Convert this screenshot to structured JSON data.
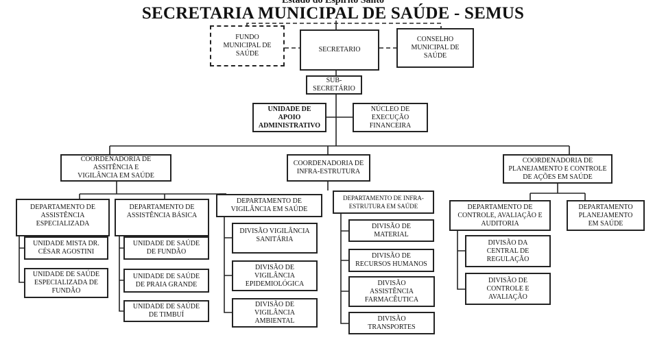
{
  "header": {
    "state": "Estado do Espírito Santo",
    "title": "SECRETARIA MUNICIPAL DE SAÚDE  -  SEMUS"
  },
  "nodes": {
    "fundo": "FUNDO\nMUNICIPAL DE\nSAÚDE",
    "secretario": "SECRETARIO",
    "conselho": "CONSELHO\nMUNICIPAL DE\nSAÚDE",
    "subsecretario": "SUB-SECRETÁRIO",
    "apoio": "UNIDADE DE\nAPOIO\nADMINISTRATIVO",
    "nucleo": "NÚCLEO DE\nEXECUÇÃO\nFINANCEIRA",
    "coord_assist": "COORDENADORIA DE\nASSITÊNCIA E\nVIGILÂNCIA EM SAÚDE",
    "coord_infra": "COORDENADORIA DE\nINFRA-ESTRUTURA",
    "coord_plan": "COORDENADORIA DE\nPLANEJAMENTO  E CONTROLE\nDE AÇÕES EM SAÚDE",
    "dep_esp": "DEPARTAMENTO DE\nASSISTÊNCIA\nESPECIALIZADA",
    "dep_basica": "DEPARTAMENTO DE\nASSISTÊNCIA BÁSICA",
    "dep_vig": "DEPARTAMENTO DE\nVIGILÂNCIA EM SAÚDE",
    "un_mista": "UNIDADE MISTA DR.\nCÉSAR AGOSTINI",
    "un_esp": "UNIDADE DE SAÚDE\nESPECIALIZADA DE\nFUNDÃO",
    "us_fundao": "UNIDADE DE SAÚDE\nDE FUNDÃO",
    "us_praia": "UNIDADE DE SAÚDE\nDE  PRAIA GRANDE",
    "us_timbui": "UNIDADE DE SAÚDE\nDE TIMBUÍ",
    "div_sanit": "DIVISÃO VIGILÂNCIA\nSANITÁRIA",
    "div_epid": "DIVISÃO DE\nVIGILÂNCIA\nEPIDEMIOLÓGICA",
    "div_amb": "DIVISÃO DE\nVIGILÂNCIA\nAMBIENTAL",
    "dep_infra": "DEPARTAMENTO DE INFRA-\nESTRUTURA EM SAÚDE",
    "div_mat": "DIVISÃO DE\nMATERIAL",
    "div_rh": "DIVISÃO DE\nRECURSOS HUMANOS",
    "div_farm": "DIVISÃO\nASSISTÊNCIA\nFARMACÊUTICA",
    "div_transp": "DIVISÃO\nTRANSPORTES",
    "dep_ctrl": "DEPARTAMENTO DE\nCONTROLE, AVALIAÇÃO E\nAUDITORIA",
    "dep_planej": "DEPARTAMENTO\nPLANEJAMENTO\nEM SAÚDE",
    "div_reg": "DIVISÃO DA\nCENTRAL DE\nREGULAÇÃO",
    "div_ctrl": "DIVISÃO DE\nCONTROLE E\nAVALIAÇÃO"
  }
}
